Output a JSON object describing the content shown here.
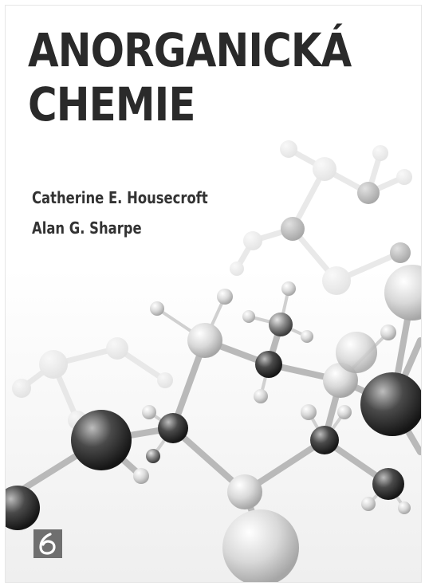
{
  "book": {
    "title_line1": "ANORGANICKÁ",
    "title_line2": "CHEMIE",
    "authors": [
      "Catherine E. Housecroft",
      "Alan G. Sharpe"
    ],
    "publisher_logo_icon": "publisher-logo-icon"
  },
  "colors": {
    "title": "#2a2a2a",
    "authors": "#333333",
    "logo_bg": "#6f6f6f",
    "background": "#ffffff"
  }
}
